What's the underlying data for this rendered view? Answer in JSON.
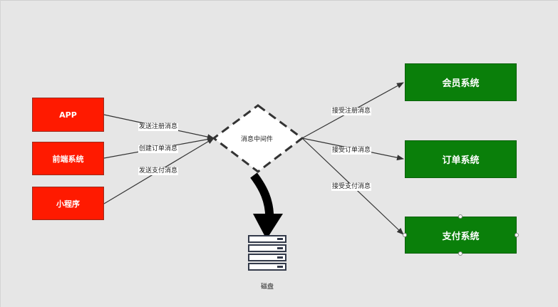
{
  "sources": [
    {
      "label": "APP"
    },
    {
      "label": "前端系统"
    },
    {
      "label": "小程序"
    }
  ],
  "middleware": {
    "label": "消息中间件"
  },
  "destinations": [
    {
      "label": "会员系统"
    },
    {
      "label": "订单系统"
    },
    {
      "label": "支付系统"
    }
  ],
  "send_edges": [
    {
      "label": "发送注册消息"
    },
    {
      "label": "创建订单消息"
    },
    {
      "label": "发送支付消息"
    }
  ],
  "receive_edges": [
    {
      "label": "接受注册消息"
    },
    {
      "label": "接受订单消息"
    },
    {
      "label": "接受支付消息"
    }
  ],
  "disk": {
    "label": "磁盘"
  },
  "colors": {
    "source": "#ff1a00",
    "destination": "#0a7f0a",
    "line": "#333333",
    "background": "#e6e6e6"
  }
}
